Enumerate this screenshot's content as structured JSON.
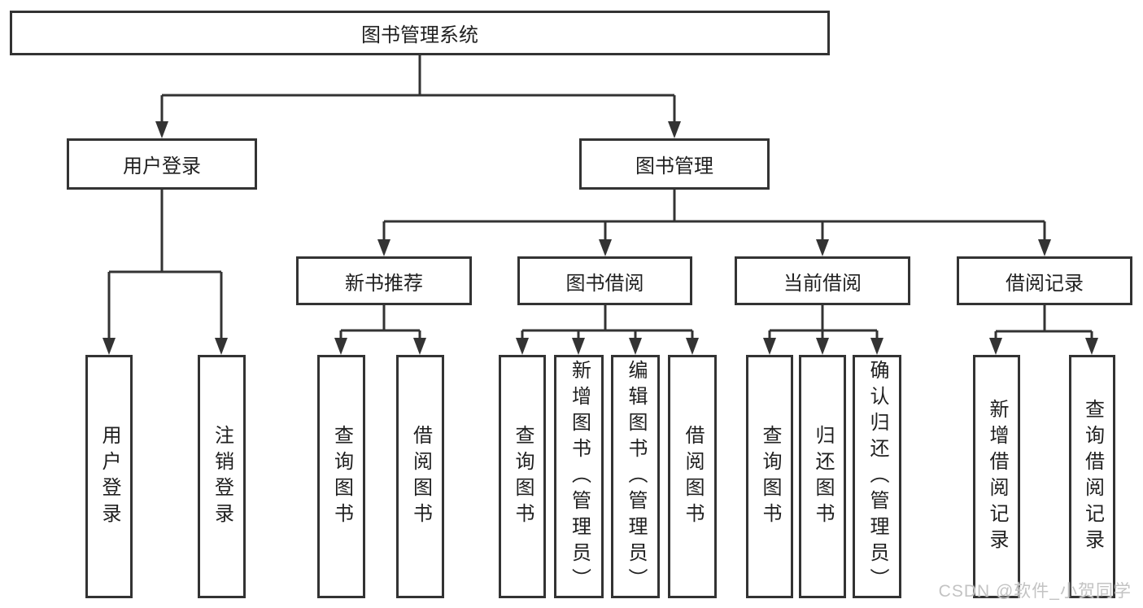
{
  "diagram_title": "图书管理系统",
  "colors": {
    "line": "#333333",
    "box_border": "#333333",
    "box_background": "#ffffff",
    "text": "#1f1f1f",
    "watermark": "#c3c3c3"
  },
  "nodes": {
    "root": {
      "label": "图书管理系统"
    },
    "user_login": {
      "label": "用户登录"
    },
    "book_mgmt": {
      "label": "图书管理"
    },
    "new_book_rec": {
      "label": "新书推荐"
    },
    "book_borrow": {
      "label": "图书借阅"
    },
    "current_borrow": {
      "label": "当前借阅"
    },
    "borrow_record": {
      "label": "借阅记录"
    },
    "user_login_leaf": {
      "label": "用户登录"
    },
    "logout_leaf": {
      "label": "注销登录"
    },
    "nbr_query_books": {
      "label": "查询图书"
    },
    "nbr_borrow_books": {
      "label": "借阅图书"
    },
    "bb_query_books": {
      "label": "查询图书"
    },
    "bb_add_books": {
      "label": "新增图书（管理员）"
    },
    "bb_edit_books": {
      "label": "编辑图书（管理员）"
    },
    "bb_borrow_books": {
      "label": "借阅图书"
    },
    "cb_query_books": {
      "label": "查询图书"
    },
    "cb_return_books": {
      "label": "归还图书"
    },
    "cb_confirm_return": {
      "label": "确认归还（管理员）"
    },
    "br_add_record": {
      "label": "新增借阅记录"
    },
    "br_query_record": {
      "label": "查询借阅记录"
    }
  },
  "tree": {
    "root": "图书管理系统",
    "children": [
      {
        "label": "用户登录",
        "children": [
          "用户登录",
          "注销登录"
        ]
      },
      {
        "label": "图书管理",
        "children": [
          {
            "label": "新书推荐",
            "children": [
              "查询图书",
              "借阅图书"
            ]
          },
          {
            "label": "图书借阅",
            "children": [
              "查询图书",
              "新增图书（管理员）",
              "编辑图书（管理员）",
              "借阅图书"
            ]
          },
          {
            "label": "当前借阅",
            "children": [
              "查询图书",
              "归还图书",
              "确认归还（管理员）"
            ]
          },
          {
            "label": "借阅记录",
            "children": [
              "新增借阅记录",
              "查询借阅记录"
            ]
          }
        ]
      }
    ]
  },
  "watermark": "CSDN @软件_小贺同学"
}
